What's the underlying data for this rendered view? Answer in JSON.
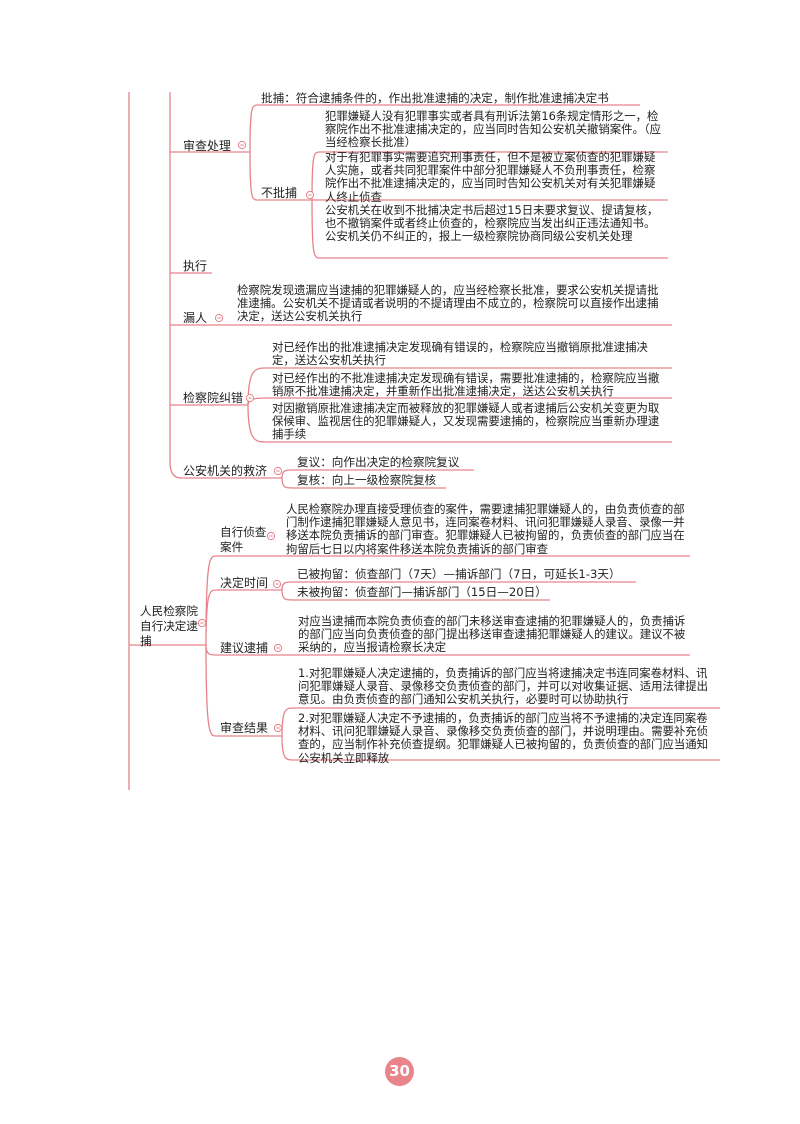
{
  "diagram": {
    "nodes": {
      "shencha_chuli": "审查处理",
      "pibu": "批捕：符合逮捕条件的，作出批准逮捕的决定，制作批准逮捕决定书",
      "bu_pibu": "不批捕",
      "bpb_1": "犯罪嫌疑人没有犯罪事实或者具有刑诉法第16条规定情形之一，检察院作出不批准逮捕决定的，应当同时告知公安机关撤销案件。（应当经检察长批准）",
      "bpb_2": "对于有犯罪事实需要追究刑事责任，但不是被立案侦查的犯罪嫌疑人实施，或者共同犯罪案件中部分犯罪嫌疑人不负刑事责任，检察院作出不批准逮捕决定的，应当同时告知公安机关对有关犯罪嫌疑人终止侦查",
      "bpb_3": "公安机关在收到不批捕决定书后超过15日未要求复议、提请复核，也不撤销案件或者终止侦查的，检察院应当发出纠正违法通知书。公安机关仍不纠正的，报上一级检察院协商同级公安机关处理",
      "zhixing": "执行",
      "louren": "漏人",
      "louren_text": "检察院发现遗漏应当逮捕的犯罪嫌疑人的，应当经检察长批准，要求公安机关提请批准逮捕。公安机关不提请或者说明的不提请理由不成立的，检察院可以直接作出逮捕决定，送达公安机关执行",
      "jiucuo": "检察院纠错",
      "jc_1": "对已经作出的批准逮捕决定发现确有错误的，检察院应当撤销原批准逮捕决定，送达公安机关执行",
      "jc_2": "对已经作出的不批准逮捕决定发现确有错误，需要批准逮捕的，检察院应当撤销原不批准逮捕决定，并重新作出批准逮捕决定，送达公安机关执行",
      "jc_3": "对因撤销原批准逮捕决定而被释放的犯罪嫌疑人或者逮捕后公安机关变更为取保候审、监视居住的犯罪嫌疑人，又发现需要逮捕的，检察院应当重新办理逮捕手续",
      "jiuji": "公安机关的救济",
      "jj_1": "复议：向作出决定的检察院复议",
      "jj_2": "复核：向上一级检察院复核",
      "zizhen_root": "人民检察院自行决定逮捕",
      "zzaj": "自行侦查案件",
      "zzaj_text": "人民检察院办理直接受理侦查的案件，需要逮捕犯罪嫌疑人的，由负责侦查的部门制作逮捕犯罪嫌疑人意见书，连同案卷材料、讯问犯罪嫌疑人录音、录像一并移送本院负责捕诉的部门审查。犯罪嫌疑人已被拘留的，负责侦查的部门应当在拘留后七日以内将案件移送本院负责捕诉的部门审查",
      "jdsj": "决定时间",
      "jdsj_1": "已被拘留：侦查部门（7天）—捕诉部门（7日，可延长1-3天）",
      "jdsj_2": "未被拘留：侦查部门—捕诉部门（15日—20日）",
      "jydb": "建议逮捕",
      "jydb_text": "对应当逮捕而本院负责侦查的部门未移送审查逮捕的犯罪嫌疑人的，负责捕诉的部门应当向负责侦查的部门提出移送审查逮捕犯罪嫌疑人的建议。建议不被采纳的，应当报请检察长决定",
      "scjg": "审查结果",
      "scjg_1": "1.对犯罪嫌疑人决定逮捕的，负责捕诉的部门应当将逮捕决定书连同案卷材料、讯问犯罪嫌疑人录音、录像移交负责侦查的部门，并可以对收集证据、适用法律提出意见。由负责侦查的部门通知公安机关执行，必要时可以协助执行",
      "scjg_2": "2.对犯罪嫌疑人决定不予逮捕的，负责捕诉的部门应当将不予逮捕的决定连同案卷材料、讯问犯罪嫌疑人录音、录像移交负责侦查的部门，并说明理由。需要补充侦查的，应当制作补充侦查提纲。犯罪嫌疑人已被拘留的，负责侦查的部门应当通知公安机关立即释放"
    },
    "line_color": "#e6838a",
    "collapse_icon": "minus-circle-icon"
  },
  "page_number": "30"
}
